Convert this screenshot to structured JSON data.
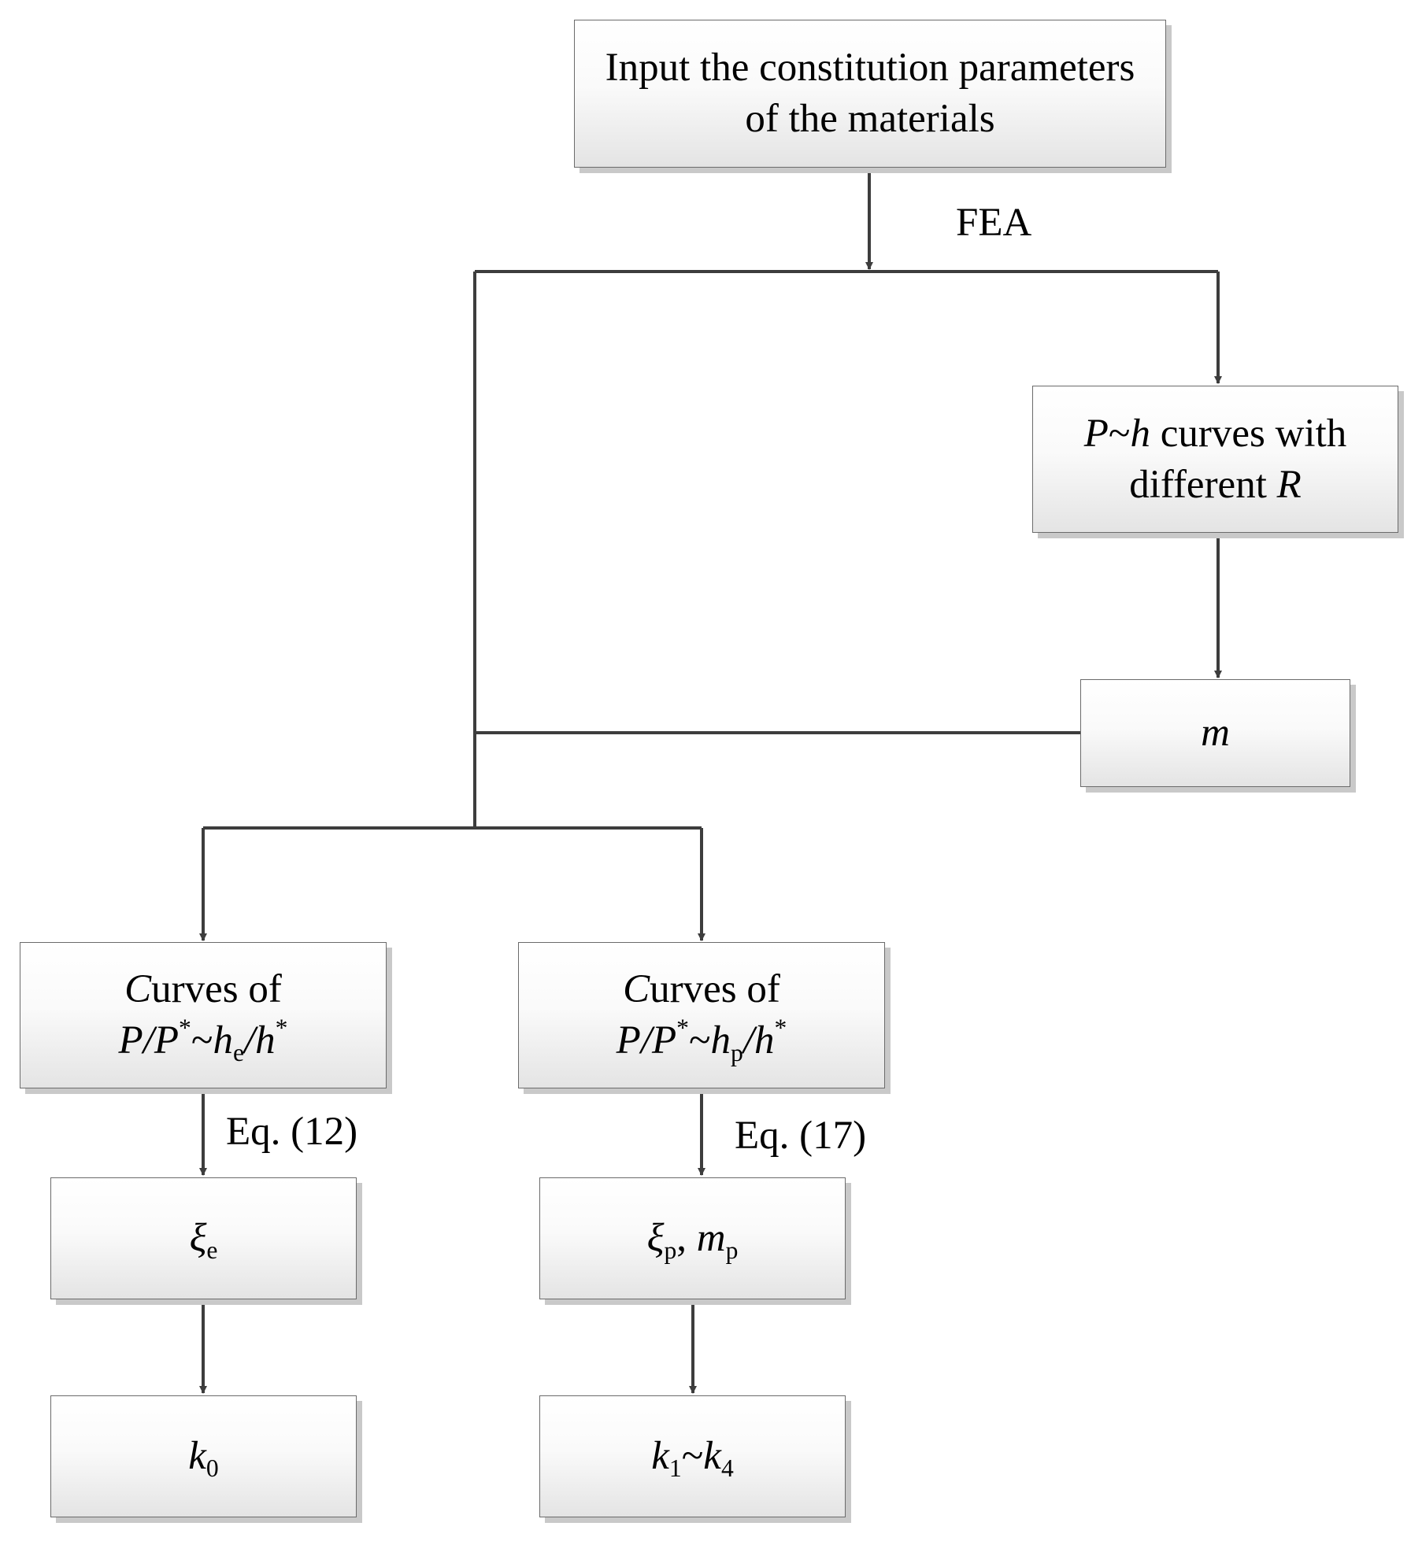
{
  "diagram": {
    "nodes": {
      "input": {
        "line1": "Input the constitution parameters",
        "line2": "of the materials"
      },
      "ph_curves": {
        "part1": "P",
        "part2": "~",
        "part3": "h",
        "part4": " curves with",
        "line2_part1": "different ",
        "line2_part2": "R"
      },
      "m": {
        "text": "m"
      },
      "curves_e": {
        "line1_cap": "C",
        "line1_rest": "urves of",
        "p": "P",
        "slash1": "/",
        "p_star": "P",
        "sup1": "*",
        "tilde": "~",
        "h": "h",
        "sub": "e",
        "slash2": "/",
        "h_star": "h",
        "sup2": "*"
      },
      "curves_p": {
        "line1_cap": "C",
        "line1_rest": "urves of",
        "p": "P",
        "slash1": "/",
        "p_star": "P",
        "sup1": "*",
        "tilde": "~",
        "h": "h",
        "sub": "p",
        "slash2": "/",
        "h_star": "h",
        "sup2": "*"
      },
      "xi_e": {
        "symbol": "ξ",
        "sub": "e"
      },
      "xi_p": {
        "symbol": "ξ",
        "sub": "p",
        "sep": ", ",
        "m": "m",
        "m_sub": "p"
      },
      "k0": {
        "symbol": "k",
        "sub": "0"
      },
      "k1_k4": {
        "symbol1": "k",
        "sub1": "1",
        "tilde": "~",
        "symbol2": "k",
        "sub2": "4"
      }
    },
    "edge_labels": {
      "fea": "FEA",
      "eq12": "Eq. (12)",
      "eq17": "Eq. (17)"
    },
    "colors": {
      "line": "#3d3d3d",
      "border": "#6b6b6b",
      "shadow": "#c9c9c9"
    }
  }
}
